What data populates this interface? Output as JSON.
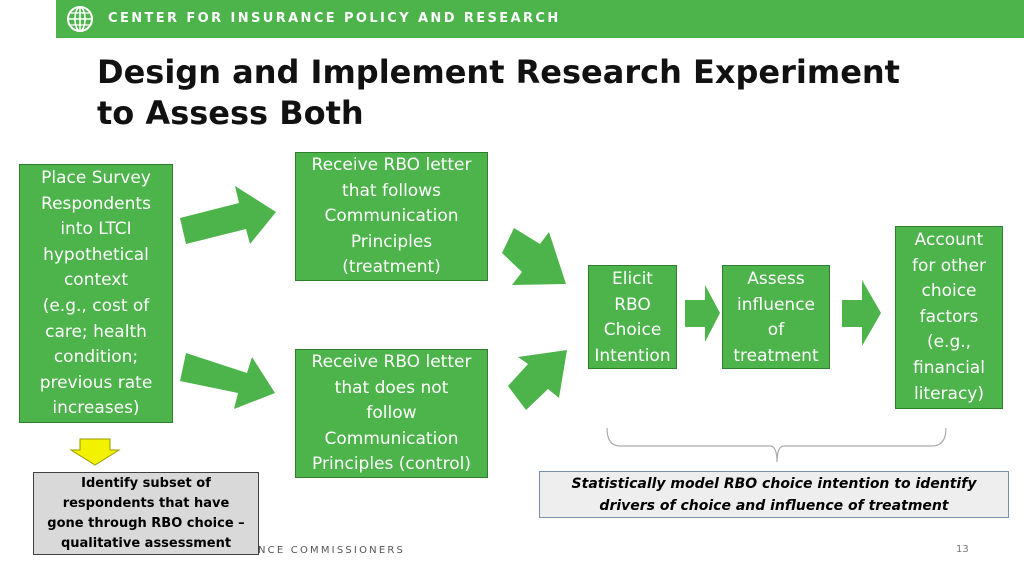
{
  "header": {
    "org_name": "CENTER FOR INSURANCE POLICY AND RESEARCH",
    "color": "#4cb44a"
  },
  "title": "Design and Implement Research Experiment\nto Assess Both",
  "nodes": {
    "place_survey": "Place Survey\nRespondents\ninto LTCI\nhypothetical\ncontext\n(e.g., cost of\ncare; health\ncondition;\nprevious rate\nincreases)",
    "treatment": "Receive RBO letter\nthat follows\nCommunication\nPrinciples\n(treatment)",
    "control": "Receive RBO letter\nthat does not\nfollow\nCommunication\nPrinciples (control)",
    "elicit": "Elicit\nRBO\nChoice\nIntention",
    "assess": "Assess\ninfluence\nof\ntreatment",
    "account": "Account\nfor other\nchoice\nfactors\n(e.g.,\nfinancial\nliteracy)",
    "identify_subset": "Identify subset of\nrespondents that have\ngone through RBO choice –\nqualitative assessment",
    "statistical_model": "Statistically model RBO choice intention to identify\ndrivers of choice and influence of treatment"
  },
  "colors": {
    "box_fill": "#4cb44a",
    "down_arrow": "#f2f200",
    "gray_box": "#d9d9d9",
    "stat_box": "#eeeeee"
  },
  "footer": {
    "text": "NCE COMMISSIONERS",
    "page_number": "13"
  }
}
